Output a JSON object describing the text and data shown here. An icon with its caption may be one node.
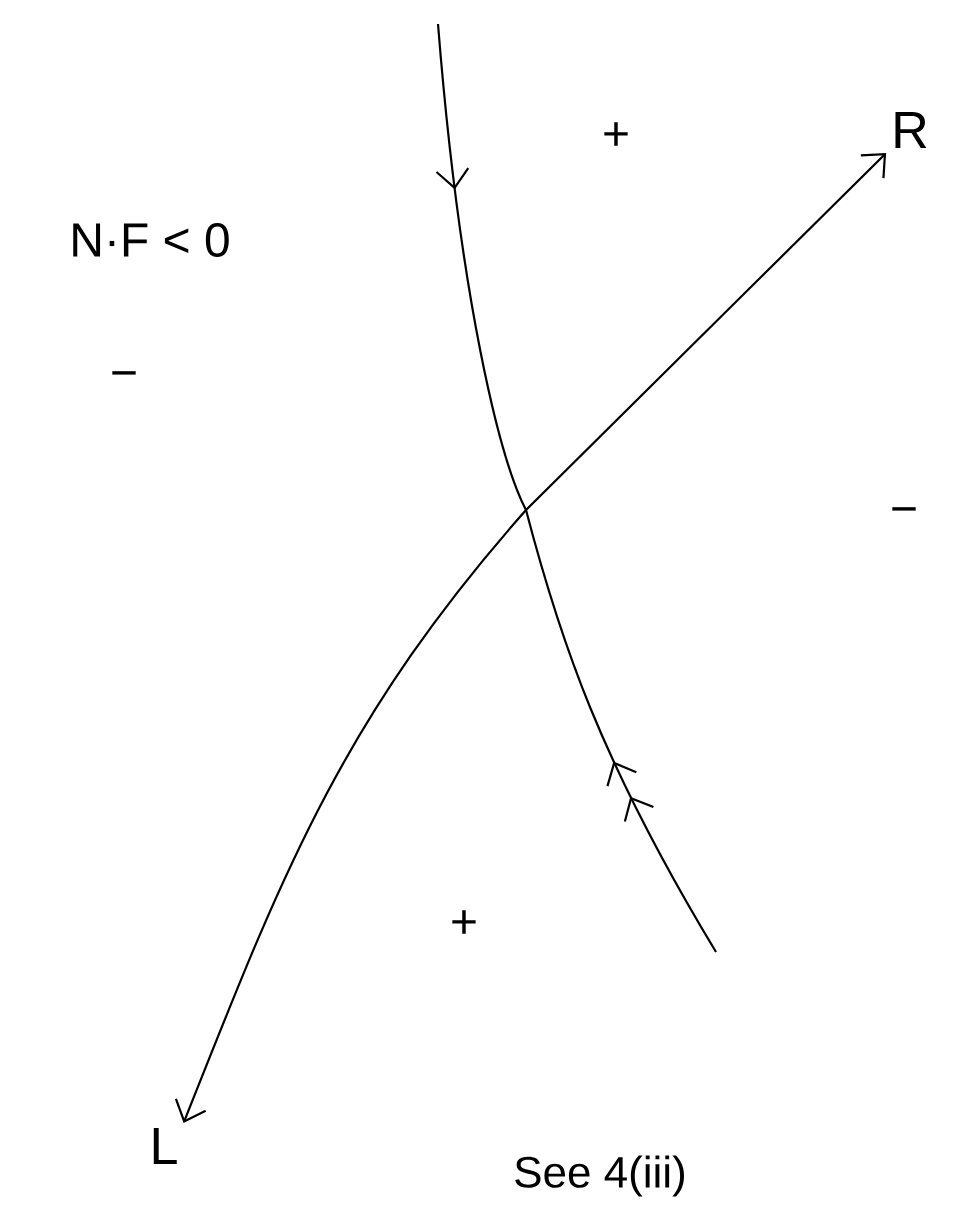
{
  "diagram": {
    "nodes": [
      {
        "text": [
          "L"
        ]
      },
      {
        "text": [
          "R"
        ]
      }
    ],
    "edges": [
      {
        "from": 0,
        "to": 1,
        "arrow": "both"
      }
    ],
    "labels": [
      "+",
      "N·F < 0",
      "−",
      "−",
      "+",
      "See 4(iii)"
    ]
  }
}
